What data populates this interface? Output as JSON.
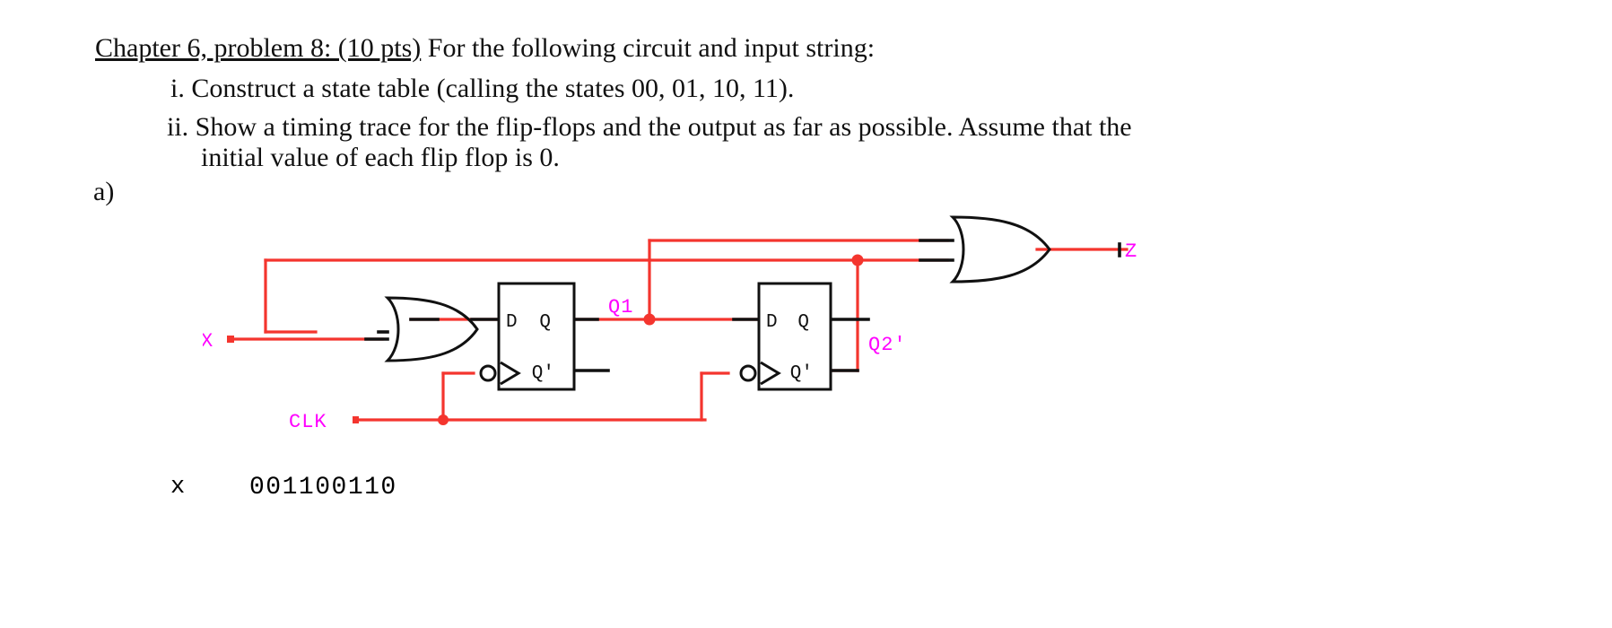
{
  "document": {
    "title_underlined": "Chapter 6, problem 8: (10 pts)",
    "title_rest": " For the following circuit and input string:",
    "item_i": "i. Construct a state table (calling the states 00, 01, 10, 11).",
    "item_ii": "ii. Show a timing trace for the flip-flops and the output as far as possible. Assume that the",
    "item_ii_cont": "initial value of each flip flop is 0.",
    "part_label": "a)"
  },
  "input_string": {
    "label": "x",
    "value": "001100110"
  },
  "circuit": {
    "signal_labels": {
      "x": "X",
      "clk": "CLK",
      "q1": "Q1",
      "q2prime": "Q2'",
      "z": "Z"
    },
    "flipflop1": {
      "name": "flip-flop-1",
      "d": "D",
      "q": "Q",
      "qbar": "Q'"
    },
    "flipflop2": {
      "name": "flip-flop-2",
      "d": "D",
      "q": "Q",
      "qbar": "Q'"
    },
    "gates": [
      {
        "type": "or-gate",
        "name": "or-gate-input"
      },
      {
        "type": "or-gate",
        "name": "or-gate-output"
      }
    ],
    "colors": {
      "wire": "#f4352e",
      "outline": "#111111",
      "label": "#ff00ff"
    }
  }
}
